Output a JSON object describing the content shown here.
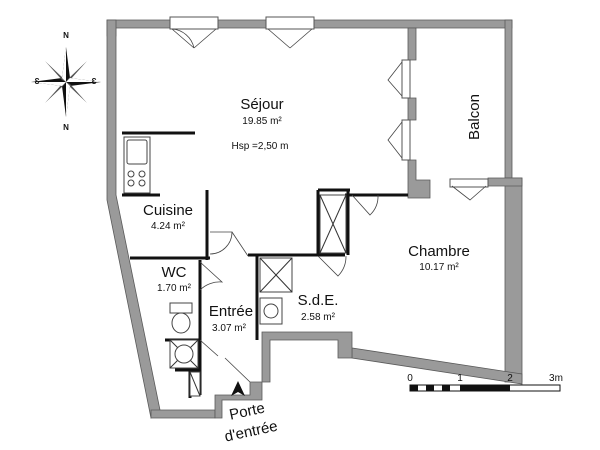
{
  "rooms": {
    "sejour": {
      "name": "Séjour",
      "area": "19.85 m²",
      "height": "Hsp =2,50 m"
    },
    "balcon": {
      "name": "Balcon"
    },
    "cuisine": {
      "name": "Cuisine",
      "area": "4.24 m²"
    },
    "wc": {
      "name": "WC",
      "area": "1.70 m²"
    },
    "entree": {
      "name": "Entrée",
      "area": "3.07 m²"
    },
    "sde": {
      "name": "S.d.E.",
      "area": "2.58 m²"
    },
    "chambre": {
      "name": "Chambre",
      "area": "10.17 m²"
    }
  },
  "entrance": {
    "line1": "Porte",
    "line2": "d'entrée"
  },
  "compass": {
    "north_top": "N",
    "north_bottom": "N",
    "left": "Ɛ",
    "right": "Ɛ"
  },
  "scale": {
    "ticks": [
      "0",
      "1",
      "2",
      "3m"
    ]
  }
}
